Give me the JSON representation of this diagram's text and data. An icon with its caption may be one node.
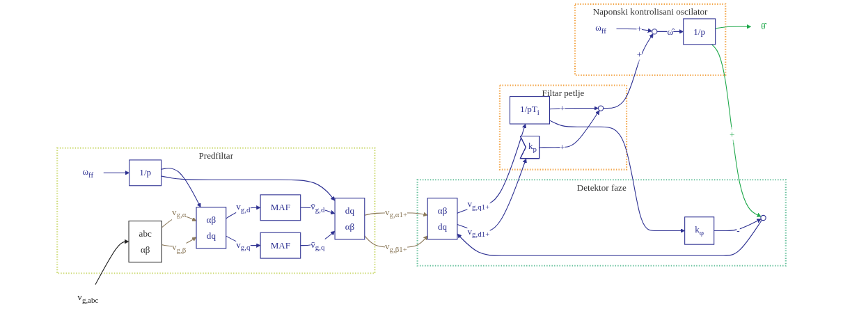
{
  "diagram": {
    "nodes": [
      {
        "text": [
          "Predfiltar"
        ]
      },
      {
        "text": [
          "abc",
          "αβ"
        ],
        "in": 0
      },
      {
        "text": [
          "αβ",
          "dq"
        ],
        "in": 0
      },
      {
        "text": [
          "MAF"
        ],
        "in": 0
      },
      {
        "text": [
          "MAF"
        ],
        "in": 0
      },
      {
        "text": [
          "dq",
          "αβ"
        ],
        "in": 0
      },
      {
        "text": [
          "ω$_{ff}$"
        ],
        "in": 0
      },
      {
        "text": [
          "1/p"
        ],
        "in": 0
      },
      {
        "text": [
          "Detektor faze"
        ]
      },
      {
        "text": [
          "αβ",
          "dq"
        ],
        "in": 8
      },
      {
        "text": [],
        "shape": "circle",
        "in": 8
      },
      {
        "text": [
          "k$_{φ}$"
        ],
        "in": 8
      },
      {
        "text": [
          "Filtar petlje"
        ]
      },
      {
        "text": [
          "k$_{p}$"
        ],
        "in": 12
      },
      {
        "text": [
          "1/pT$_{i}$"
        ],
        "in": 12
      },
      {
        "text": [],
        "shape": "circle",
        "in": 12
      },
      {
        "text": [
          "Naponski kontrolisani oscilator"
        ]
      },
      {
        "text": [
          "ω$_{ff}$"
        ],
        "in": 16
      },
      {
        "text": [],
        "shape": "circle",
        "in": 16
      },
      {
        "text": [
          "1/p"
        ],
        "in": 16
      },
      {
        "text": [
          "v$_{g,abc}$"
        ]
      },
      {
        "text": [
          "θ̂"
        ]
      }
    ],
    "edges": [
      {
        "from": 20,
        "to": 1,
        "arrow": "to",
        "color": "#222222"
      },
      {
        "from": 1,
        "to": 2,
        "arrow": "to",
        "label": "v$_{g,α}$",
        "color": "#8c7a5b"
      },
      {
        "from": 1,
        "to": 2,
        "arrow": "to",
        "label": "v$_{g,β}$",
        "color": "#8c7a5b"
      },
      {
        "from": 2,
        "to": 3,
        "arrow": "to",
        "label": "v$_{g,d}$"
      },
      {
        "from": 2,
        "to": 4,
        "arrow": "to",
        "label": "v$_{g,q}$"
      },
      {
        "from": 3,
        "to": 5,
        "arrow": "to",
        "label": "v̄$_{g,d}$"
      },
      {
        "from": 4,
        "to": 5,
        "arrow": "to",
        "label": "v̄$_{g,q}$"
      },
      {
        "from": 6,
        "to": 7,
        "arrow": "to"
      },
      {
        "from": 7,
        "to": 2,
        "arrow": "to"
      },
      {
        "from": 7,
        "to": 5,
        "arrow": "to"
      },
      {
        "from": 5,
        "to": 9,
        "arrow": "to",
        "label": "v$_{g,α1+}$",
        "color": "#8c7a5b"
      },
      {
        "from": 5,
        "to": 9,
        "arrow": "to",
        "label": "v$_{g,β1+}$",
        "color": "#8c7a5b"
      },
      {
        "from": 9,
        "to": 14,
        "arrow": "to",
        "label": "v$_{g,q1+}$"
      },
      {
        "from": 9,
        "to": 13,
        "arrow": "to",
        "label": "v$_{g,d1+}$"
      },
      {
        "from": 13,
        "to": 15,
        "arrow": "to",
        "label": "+"
      },
      {
        "from": 14,
        "to": 15,
        "arrow": "to",
        "label": "+"
      },
      {
        "from": 14,
        "to": 11,
        "arrow": "to"
      },
      {
        "from": 11,
        "to": 10,
        "arrow": "to",
        "label": "-"
      },
      {
        "from": 10,
        "to": 9,
        "arrow": "to"
      },
      {
        "from": 15,
        "to": 18,
        "arrow": "to",
        "label": "+"
      },
      {
        "from": 17,
        "to": 18,
        "arrow": "to",
        "label": "+"
      },
      {
        "from": 18,
        "to": 19,
        "arrow": "to",
        "label": "ω̂"
      },
      {
        "from": 19,
        "to": 21,
        "arrow": "to",
        "color": "#1ea84a"
      },
      {
        "from": 19,
        "to": 10,
        "arrow": "to",
        "label": "+",
        "color": "#1ea84a"
      }
    ]
  }
}
